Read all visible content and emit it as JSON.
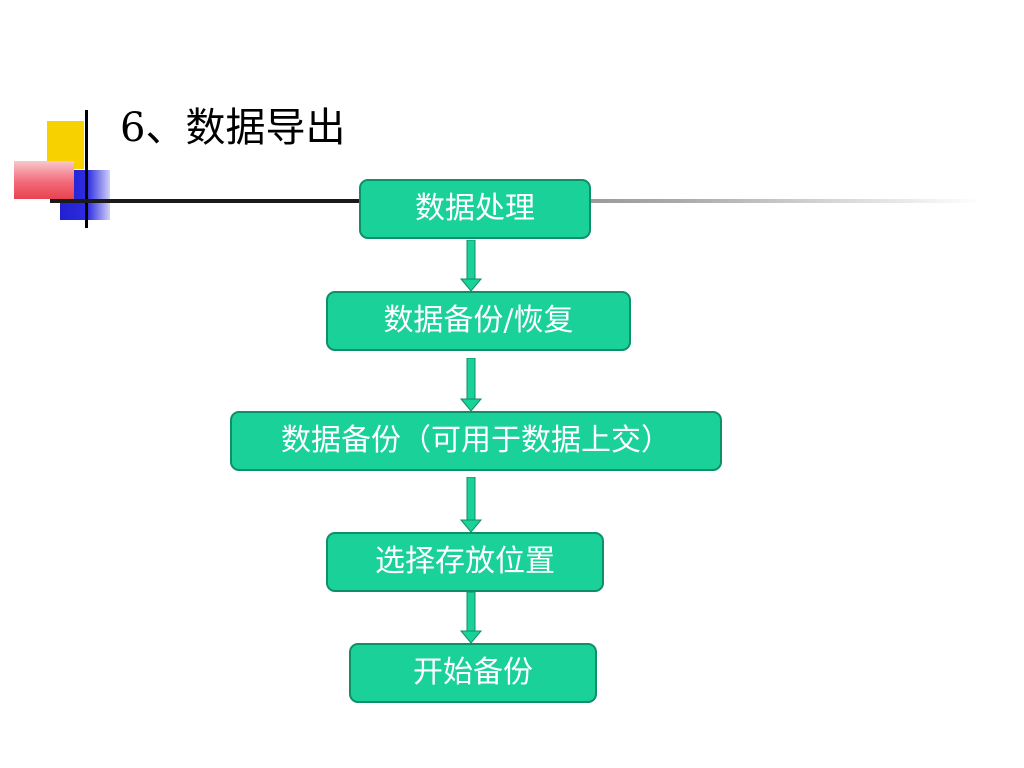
{
  "slide": {
    "title": "6、数据导出"
  },
  "flow": {
    "steps": [
      {
        "label": "数据处理"
      },
      {
        "label": "数据备份/恢复"
      },
      {
        "label": "数据备份（可用于数据上交）"
      },
      {
        "label": "选择存放位置"
      },
      {
        "label": "开始备份"
      }
    ]
  },
  "colors": {
    "node_fill": "#19d199",
    "node_border": "#0f8f67",
    "arrow": "#19d199"
  }
}
